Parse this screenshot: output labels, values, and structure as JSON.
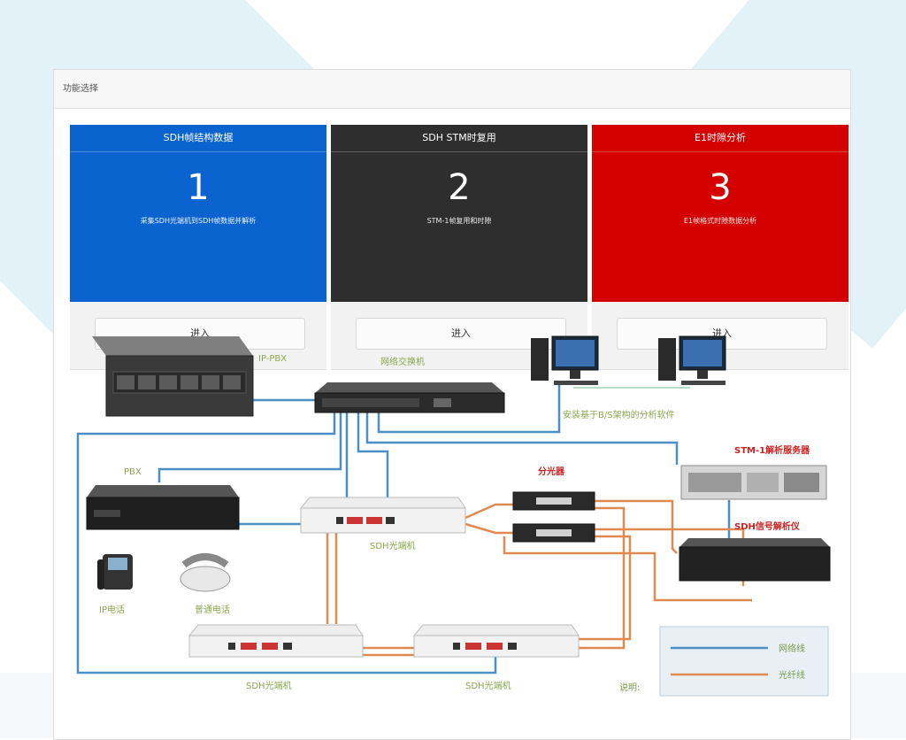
{
  "panel": {
    "title": "功能选择"
  },
  "cards": [
    {
      "title": "SDH帧结构数据",
      "number": "1",
      "desc": "采集SDH光端机到SDH帧数据并解析",
      "button": "进入",
      "color": "#0b63cf"
    },
    {
      "title": "SDH STM时复用",
      "number": "2",
      "desc": "STM-1帧复用和时隙",
      "button": "进入",
      "color": "#2e2e2e"
    },
    {
      "title": "E1时隙分析",
      "number": "3",
      "desc": "E1帧格式时隙数据分析",
      "button": "进入",
      "color": "#d40000"
    }
  ],
  "diagram": {
    "labels": {
      "ippbx": "IP-PBX",
      "switch": "网络交换机",
      "client_software": "安装基于B/S架构的分析软件",
      "stm_server": "STM-1解析服务器",
      "splitter": "分光器",
      "pbx": "PBX",
      "sdh_center": "SDH光端机",
      "sdh_analyzer": "SDH信号解析仪",
      "ip_phone": "IP电话",
      "normal_phone": "普通电话",
      "sdh_left": "SDH光端机",
      "sdh_right": "SDH光端机",
      "legend_title": "说明:",
      "legend_network": "网络线",
      "legend_fiber": "光纤线"
    },
    "colors": {
      "network": "#4d8fc4",
      "fiber": "#e08a52"
    }
  }
}
